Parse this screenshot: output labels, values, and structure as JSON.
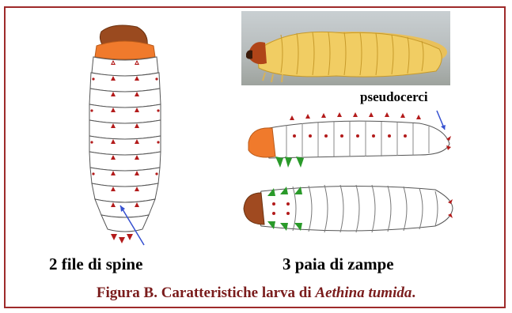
{
  "labels": {
    "pseudocerci": "pseudocerci",
    "spine_rows": "2 file di spine",
    "legs": "3 paia di zampe"
  },
  "caption": {
    "prefix": "Figura B. Caratteristiche larva di ",
    "species": "Aethina tumida",
    "suffix": "."
  },
  "colors": {
    "frame": "#9e2a2a",
    "caption": "#7a1c1c",
    "head": "#f07a2c",
    "spine": "#b31b1b",
    "leg": "#2a9a2a",
    "arrow": "#3550d0"
  }
}
